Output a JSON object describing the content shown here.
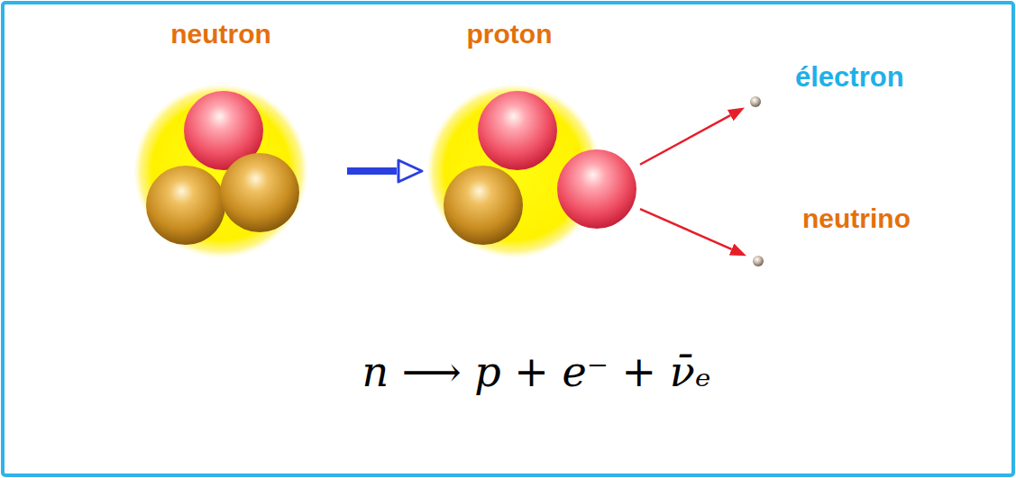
{
  "diagram": {
    "nodes": [
      {
        "text": [
          "neutron"
        ]
      },
      {
        "text": [
          "proton"
        ]
      },
      {
        "text": [
          "électron"
        ]
      },
      {
        "text": [
          "neutrino"
        ]
      }
    ],
    "edges": [
      {
        "from": 0,
        "to": 1,
        "arrow": "to"
      },
      {
        "from": 1,
        "to": 2,
        "arrow": "to"
      },
      {
        "from": 1,
        "to": 3,
        "arrow": "to"
      }
    ],
    "labels": [
      "n ⟶ p + e⁻ + ν̄ₑ"
    ]
  }
}
